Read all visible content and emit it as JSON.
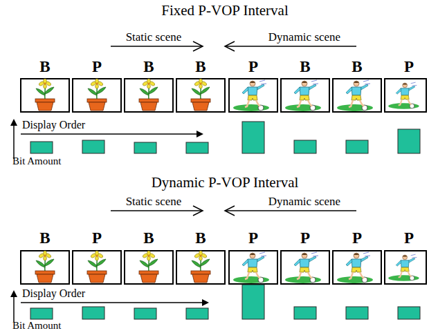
{
  "diagram": {
    "labels": [
      "Fixed P-VOP Interval",
      "Static scene",
      "Dynamic scene",
      "B",
      "P",
      "B",
      "B",
      "P",
      "B",
      "B",
      "P",
      "Display Order",
      "Bit Amount",
      "Dynamic P-VOP Interval",
      "Static scene",
      "Dynamic scene",
      "B",
      "P",
      "B",
      "B",
      "P",
      "P",
      "P",
      "P",
      "Display Order",
      "Bit Amount"
    ]
  }
}
